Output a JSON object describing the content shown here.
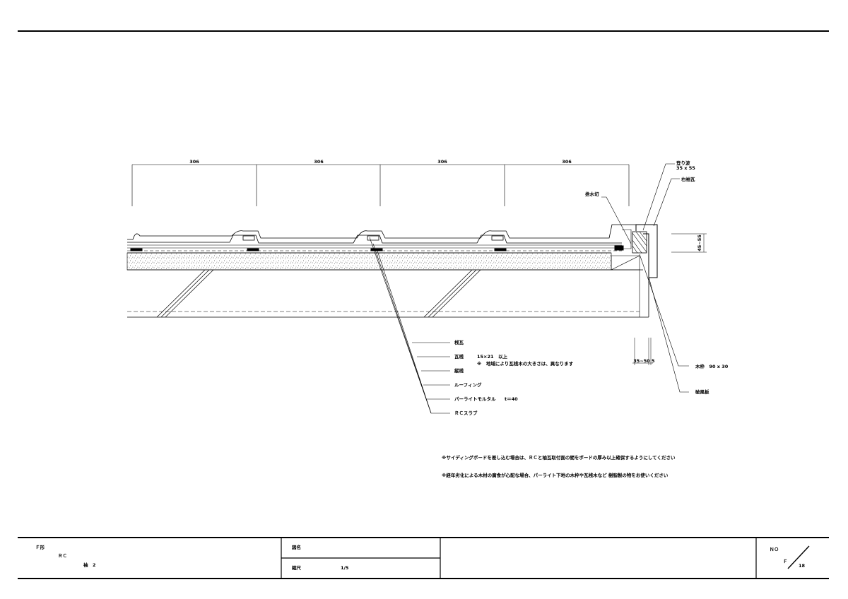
{
  "dimensions": {
    "spans": [
      "306",
      "306",
      "306",
      "306"
    ],
    "right_height": "45~55",
    "bottom_width": "35~50",
    "bottom_gap": "5"
  },
  "callouts": {
    "nobori_nami": "登り波",
    "nobori_nami_size": "35 x 55",
    "migi_sodegawara": "右袖瓦",
    "mizukiri": "捨水切",
    "kiwaku": "木枠　90 x 30",
    "hafuita": "破風板"
  },
  "layers": {
    "items": [
      {
        "label": "桟瓦",
        "note": ""
      },
      {
        "label": "瓦桟",
        "note": "15×21　以上"
      },
      {
        "label": "縦桟",
        "note": ""
      },
      {
        "label": "ルーフィング",
        "note": ""
      },
      {
        "label": "パーライトモルタル",
        "note": "t＝40"
      },
      {
        "label": "ＲＣスラブ",
        "note": ""
      }
    ],
    "kawarasan_note": "※　地域により瓦桟木の大きさは、異なります"
  },
  "notes": [
    "※サイディングボードを差し込む場合は、ＲＣと袖瓦取付面の間をボードの厚み以上確保するようにしてください",
    "※経年劣化による木材の腐食が心配な場合、パーライト下地の木枠や瓦桟木など 樹脂製の物をお使いください"
  ],
  "title_block": {
    "line1": "Ｆ形",
    "line2": "ＲＣ",
    "line3": "袖　2",
    "zumei_label": "図名",
    "shakushaku_label": "縮尺",
    "scale_value": "1/5",
    "no_label": "ＮＯ",
    "sheet_prefix": "Ｆ",
    "sheet_number": "18"
  },
  "colors": {
    "line": "#000000",
    "background": "#ffffff"
  }
}
